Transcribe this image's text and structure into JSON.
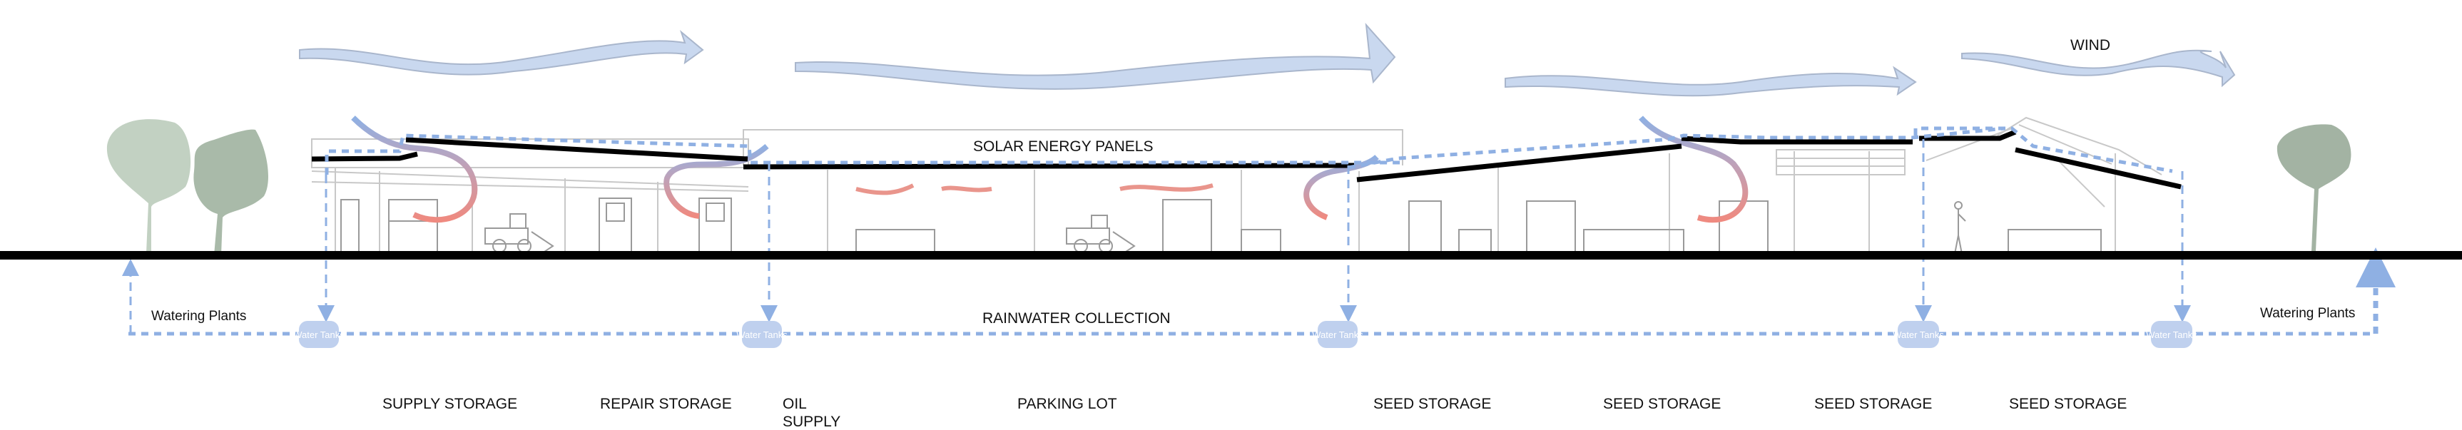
{
  "labels": {
    "wind": "WIND",
    "solar": "SOLAR ENERGY PANELS",
    "rainwater": "RAINWATER COLLECTION",
    "watering_left": "Watering Plants",
    "watering_right": "Watering Plants"
  },
  "water_tank_label": "Water Tanks",
  "tanks": [
    "Water Tanks",
    "Water Tanks",
    "Water Tanks",
    "Water Tanks",
    "Water Tanks"
  ],
  "zones": {
    "supply": "SUPPLY STORAGE",
    "repair": "REPAIR STORAGE",
    "oil_line1": "OIL",
    "oil_line2": "SUPPLY",
    "parking": "PARKING LOT",
    "seed1": "SEED STORAGE",
    "seed2": "SEED STORAGE",
    "seed3": "SEED STORAGE",
    "seed4": "SEED STORAGE"
  },
  "colors": {
    "rainwater": "#8fb0e3",
    "wind": "#c9d8ef",
    "warm_air": "#e8837a",
    "trees": "#a9baa9",
    "roof": "#000000"
  }
}
